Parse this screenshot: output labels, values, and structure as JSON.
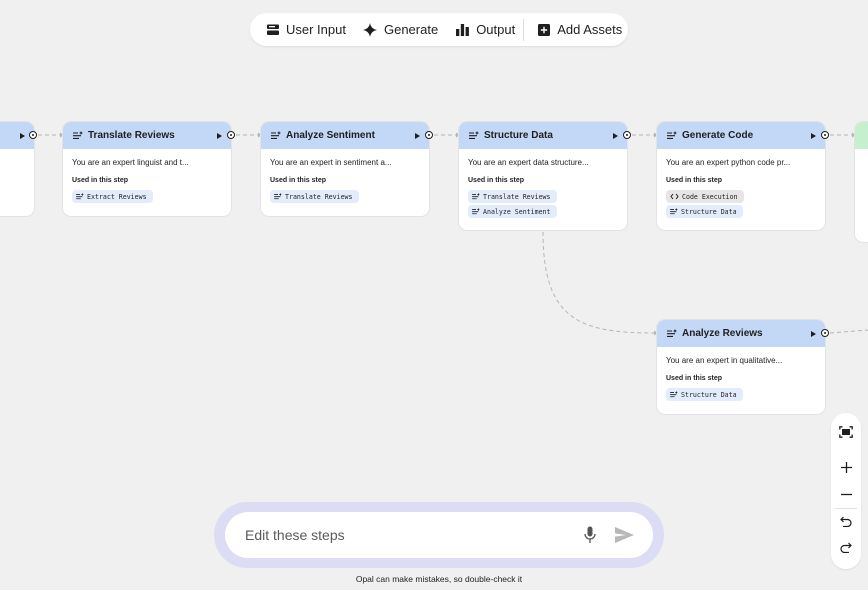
{
  "toolbar": {
    "user_input": "User Input",
    "generate": "Generate",
    "output": "Output",
    "add_assets": "Add Assets"
  },
  "used_label": "Used in this step",
  "nodes": {
    "translate": {
      "title": "Translate Reviews",
      "prompt": "You are an expert linguist and t...",
      "chips": [
        "Extract Reviews"
      ]
    },
    "sentiment": {
      "title": "Analyze Sentiment",
      "prompt": "You are an expert in sentiment a...",
      "chips": [
        "Translate Reviews"
      ]
    },
    "structure": {
      "title": "Structure Data",
      "prompt": "You are an expert data structure...",
      "chips": [
        "Translate Reviews",
        "Analyze Sentiment"
      ]
    },
    "code": {
      "title": "Generate Code",
      "prompt": "You are an expert python code pr...",
      "chips": [
        "Code Execution",
        "Structure Data"
      ]
    },
    "reviews": {
      "title": "Analyze Reviews",
      "prompt": "You are an expert in qualitative...",
      "chips": [
        "Structure Data"
      ]
    }
  },
  "chat": {
    "placeholder": "Edit these steps",
    "disclaimer": "Opal can make mistakes, so double-check it"
  },
  "colors": {
    "node_header": "#c3d7f6",
    "chip": "#e3ecfb",
    "chat_ring": "#dcdcf5",
    "partial_green": "#c6efd0"
  }
}
